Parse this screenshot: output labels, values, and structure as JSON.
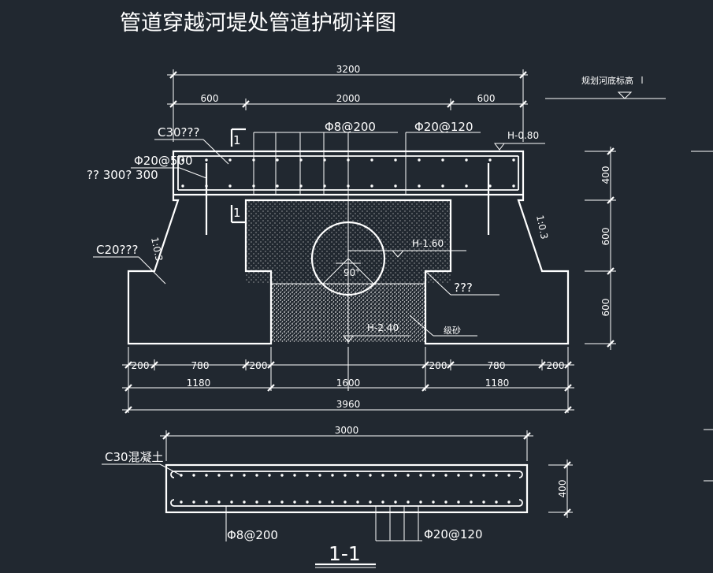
{
  "title": "管道穿越河堤处管道护砌详图",
  "plan_label": "规划河底标高",
  "dimensions": {
    "top_total": "3200",
    "top_left": "600",
    "top_mid": "2000",
    "top_right": "600",
    "bottom_200a": "200",
    "bottom_780a": "780",
    "bottom_200b": "200",
    "bottom_200c": "200",
    "bottom_780b": "780",
    "bottom_200d": "200",
    "bottom_1180a": "1180",
    "bottom_1600": "1600",
    "bottom_1180b": "1180",
    "bottom_total": "3960",
    "right_400": "400",
    "right_600a": "600",
    "right_600b": "600",
    "section_length": "3000",
    "section_height": "400"
  },
  "labels": {
    "c30_top": "C30???",
    "rebar_top": "Φ8@200",
    "rebar_top2": "Φ20@120",
    "elev_top": "H-0.80",
    "rebar_left": "Φ20@500",
    "spacing": "?? 300? 300",
    "slope_left": "1:0.3",
    "slope_right": "1:0.3",
    "c20": "C20???",
    "elev_pipe": "H-1.60",
    "angle": "90°",
    "fill_right": "???",
    "elev_bottom": "H-2.40",
    "gravel": "级砂",
    "section_mark_top": "1",
    "section_mark_bottom": "1",
    "c30_section": "C30混凝土",
    "sec_rebar_a": "Φ8@200",
    "sec_rebar_b": "Φ20@120",
    "section_title": "1-1"
  }
}
